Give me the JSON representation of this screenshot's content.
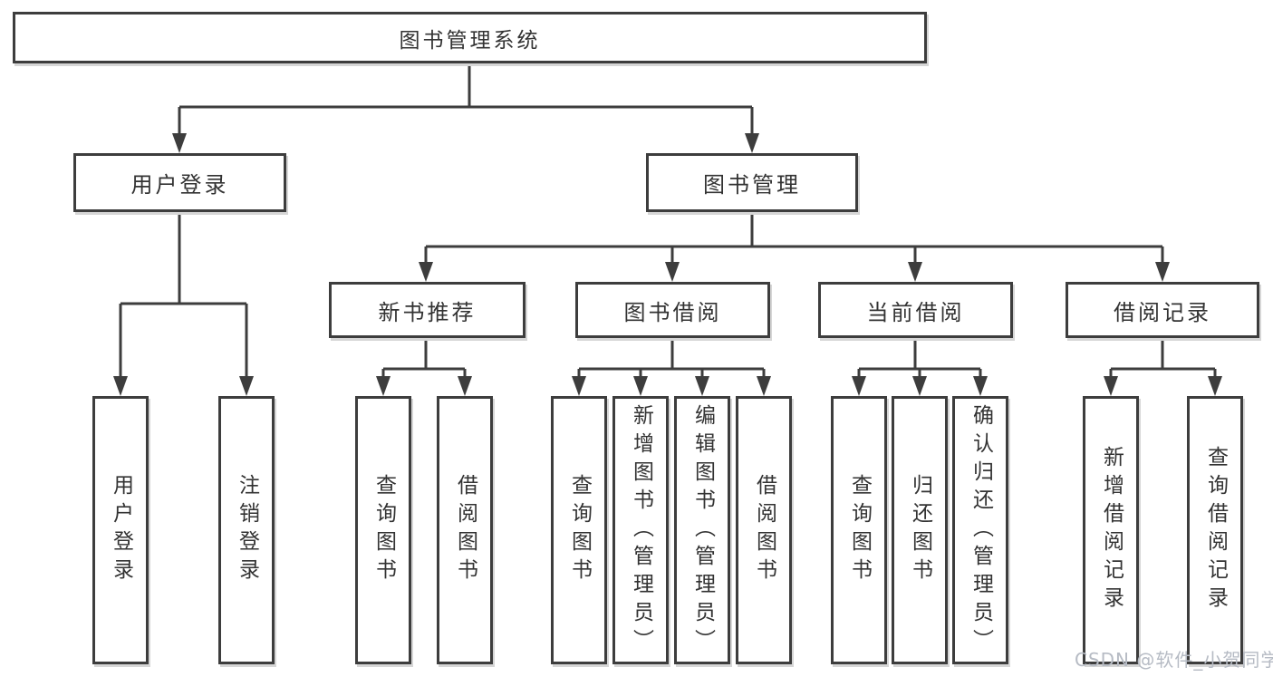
{
  "diagram_type": "hierarchy-tree",
  "colors": {
    "background": "#ffffff",
    "box_border": "#3d3d3d",
    "connector_line": "#3d3d3d",
    "text": "#333333",
    "watermark": "#b6bbc4"
  },
  "tree": {
    "label": "图书管理系统",
    "children": [
      {
        "label": "用户登录",
        "children": [
          {
            "label": "用户登录"
          },
          {
            "label": "注销登录"
          }
        ]
      },
      {
        "label": "图书管理",
        "children": [
          {
            "label": "新书推荐",
            "children": [
              {
                "label": "查询图书"
              },
              {
                "label": "借阅图书"
              }
            ]
          },
          {
            "label": "图书借阅",
            "children": [
              {
                "label": "查询图书"
              },
              {
                "label": "新增图书（管理员）"
              },
              {
                "label": "编辑图书（管理员）"
              },
              {
                "label": "借阅图书"
              }
            ]
          },
          {
            "label": "当前借阅",
            "children": [
              {
                "label": "查询图书"
              },
              {
                "label": "归还图书"
              },
              {
                "label": "确认归还（管理员）"
              }
            ]
          },
          {
            "label": "借阅记录",
            "children": [
              {
                "label": "新增借阅记录"
              },
              {
                "label": "查询借阅记录"
              }
            ]
          }
        ]
      }
    ]
  },
  "watermark": {
    "text": "CSDN @软件_小贺同学"
  }
}
